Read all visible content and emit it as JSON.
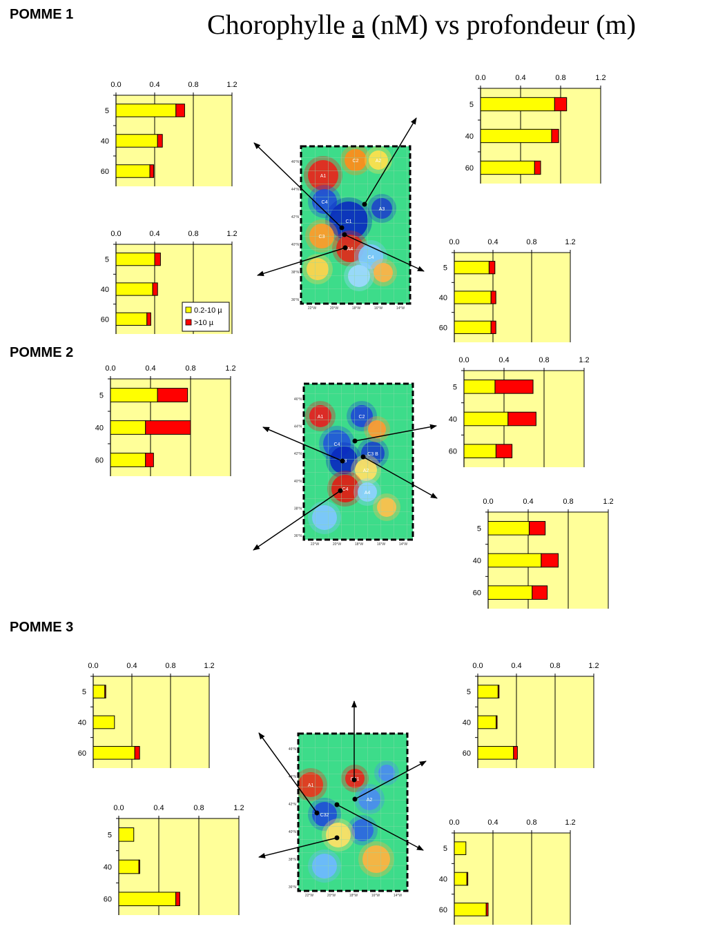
{
  "title": {
    "part1": "Chorophylle",
    "italic": "a",
    "part2": "(nM) vs profondeur (m)"
  },
  "sections": [
    "POMME 1",
    "POMME 2",
    "POMME 3"
  ],
  "legend": [
    {
      "label": "0.2-10 µ",
      "color": "#ffff00"
    },
    {
      "label": ">10 µ",
      "color": "#ff0000"
    }
  ],
  "map_labels": {
    "pomme1": {
      "lat": [
        "46°N",
        "44°N",
        "42°N",
        "40°N",
        "38°N",
        "36°N"
      ],
      "lon": [
        "22°W",
        "20°W",
        "18°W",
        "16°W",
        "14°W"
      ],
      "features": [
        "A1",
        "C2",
        "A2",
        "C4",
        "C1",
        "A3",
        "C3",
        "A4",
        "C4"
      ]
    },
    "pomme2": {
      "lat": [
        "46°N",
        "44°N",
        "42°N",
        "40°N",
        "38°N",
        "36°N"
      ],
      "lon": [
        "22°W",
        "20°W",
        "18°W",
        "16°W",
        "14°W"
      ],
      "features": [
        "A1",
        "C2",
        "C4",
        "A3",
        "C3 B",
        "A2",
        "C4",
        "A4"
      ]
    },
    "pomme3": {
      "lat": [
        "46°N",
        "44°N",
        "42°N",
        "40°N",
        "38°N",
        "36°N"
      ],
      "lon": [
        "22°W",
        "20°W",
        "18°W",
        "16°W",
        "14°W"
      ],
      "features": [
        "A1",
        "C31",
        "C32",
        "A2"
      ]
    }
  },
  "chart_data": [
    {
      "type": "bar",
      "name": "P1-TL",
      "x_ticks": [
        "0.0",
        "0.4",
        "0.8",
        "1.2"
      ],
      "xlim": [
        0,
        1.2
      ],
      "categories": [
        "5",
        "40",
        "60"
      ],
      "series": [
        {
          "name": "0.2-10 µ",
          "values": [
            0.62,
            0.43,
            0.35
          ]
        },
        {
          "name": ">10 µ",
          "values": [
            0.09,
            0.05,
            0.04
          ]
        }
      ]
    },
    {
      "type": "bar",
      "name": "P1-BL",
      "x_ticks": [
        "0.0",
        "0.4",
        "0.8",
        "1.2"
      ],
      "xlim": [
        0,
        1.2
      ],
      "categories": [
        "5",
        "40",
        "60"
      ],
      "series": [
        {
          "name": "0.2-10 µ",
          "values": [
            0.4,
            0.38,
            0.32
          ]
        },
        {
          "name": ">10 µ",
          "values": [
            0.06,
            0.05,
            0.04
          ]
        }
      ]
    },
    {
      "type": "bar",
      "name": "P1-TR",
      "x_ticks": [
        "0.0",
        "0.4",
        "0.8",
        "1.2"
      ],
      "xlim": [
        0,
        1.2
      ],
      "categories": [
        "5",
        "40",
        "60"
      ],
      "series": [
        {
          "name": "0.2-10 µ",
          "values": [
            0.74,
            0.71,
            0.54
          ]
        },
        {
          "name": ">10 µ",
          "values": [
            0.12,
            0.07,
            0.06
          ]
        }
      ]
    },
    {
      "type": "bar",
      "name": "P1-MR",
      "x_ticks": [
        "0.0",
        "0.4",
        "0.8",
        "1.2"
      ],
      "xlim": [
        0,
        1.2
      ],
      "categories": [
        "5",
        "40",
        "60"
      ],
      "series": [
        {
          "name": "0.2-10 µ",
          "values": [
            0.36,
            0.38,
            0.38
          ]
        },
        {
          "name": ">10 µ",
          "values": [
            0.06,
            0.05,
            0.05
          ]
        }
      ]
    },
    {
      "type": "bar",
      "name": "P2-L",
      "x_ticks": [
        "0.0",
        "0.4",
        "0.8",
        "1.2"
      ],
      "xlim": [
        0,
        1.2
      ],
      "categories": [
        "5",
        "40",
        "60"
      ],
      "series": [
        {
          "name": "0.2-10 µ",
          "values": [
            0.47,
            0.35,
            0.35
          ]
        },
        {
          "name": ">10 µ",
          "values": [
            0.3,
            0.45,
            0.08
          ]
        }
      ]
    },
    {
      "type": "bar",
      "name": "P2-TR",
      "x_ticks": [
        "0.0",
        "0.4",
        "0.8",
        "1.2"
      ],
      "xlim": [
        0,
        1.2
      ],
      "categories": [
        "5",
        "40",
        "60"
      ],
      "series": [
        {
          "name": "0.2-10 µ",
          "values": [
            0.31,
            0.44,
            0.32
          ]
        },
        {
          "name": ">10 µ",
          "values": [
            0.38,
            0.28,
            0.16
          ]
        }
      ]
    },
    {
      "type": "bar",
      "name": "P2-BR",
      "x_ticks": [
        "0.0",
        "0.4",
        "0.8",
        "1.2"
      ],
      "xlim": [
        0,
        1.2
      ],
      "categories": [
        "5",
        "40",
        "60"
      ],
      "series": [
        {
          "name": "0.2-10 µ",
          "values": [
            0.41,
            0.53,
            0.44
          ]
        },
        {
          "name": ">10 µ",
          "values": [
            0.16,
            0.17,
            0.15
          ]
        }
      ]
    },
    {
      "type": "bar",
      "name": "P3-TL",
      "x_ticks": [
        "0.0",
        "0.4",
        "0.8",
        "1.2"
      ],
      "xlim": [
        0,
        1.2
      ],
      "categories": [
        "5",
        "40",
        "60"
      ],
      "series": [
        {
          "name": "0.2-10 µ",
          "values": [
            0.12,
            0.22,
            0.43
          ]
        },
        {
          "name": ">10 µ",
          "values": [
            0.01,
            0.0,
            0.05
          ]
        }
      ]
    },
    {
      "type": "bar",
      "name": "P3-BL",
      "x_ticks": [
        "0.0",
        "0.4",
        "0.8",
        "1.2"
      ],
      "xlim": [
        0,
        1.2
      ],
      "categories": [
        "5",
        "40",
        "60"
      ],
      "series": [
        {
          "name": "0.2-10 µ",
          "values": [
            0.15,
            0.2,
            0.57
          ]
        },
        {
          "name": ">10 µ",
          "values": [
            0.0,
            0.01,
            0.04
          ]
        }
      ]
    },
    {
      "type": "bar",
      "name": "P3-TR",
      "x_ticks": [
        "0.0",
        "0.4",
        "0.8",
        "1.2"
      ],
      "xlim": [
        0,
        1.2
      ],
      "categories": [
        "5",
        "40",
        "60"
      ],
      "series": [
        {
          "name": "0.2-10 µ",
          "values": [
            0.21,
            0.19,
            0.37
          ]
        },
        {
          "name": ">10 µ",
          "values": [
            0.01,
            0.01,
            0.04
          ]
        }
      ]
    },
    {
      "type": "bar",
      "name": "P3-BR",
      "x_ticks": [
        "0.0",
        "0.4",
        "0.8",
        "1.2"
      ],
      "xlim": [
        0,
        1.2
      ],
      "categories": [
        "5",
        "40",
        "60"
      ],
      "series": [
        {
          "name": "0.2-10 µ",
          "values": [
            0.12,
            0.13,
            0.33
          ]
        },
        {
          "name": ">10 µ",
          "values": [
            0.0,
            0.01,
            0.02
          ]
        }
      ]
    }
  ]
}
